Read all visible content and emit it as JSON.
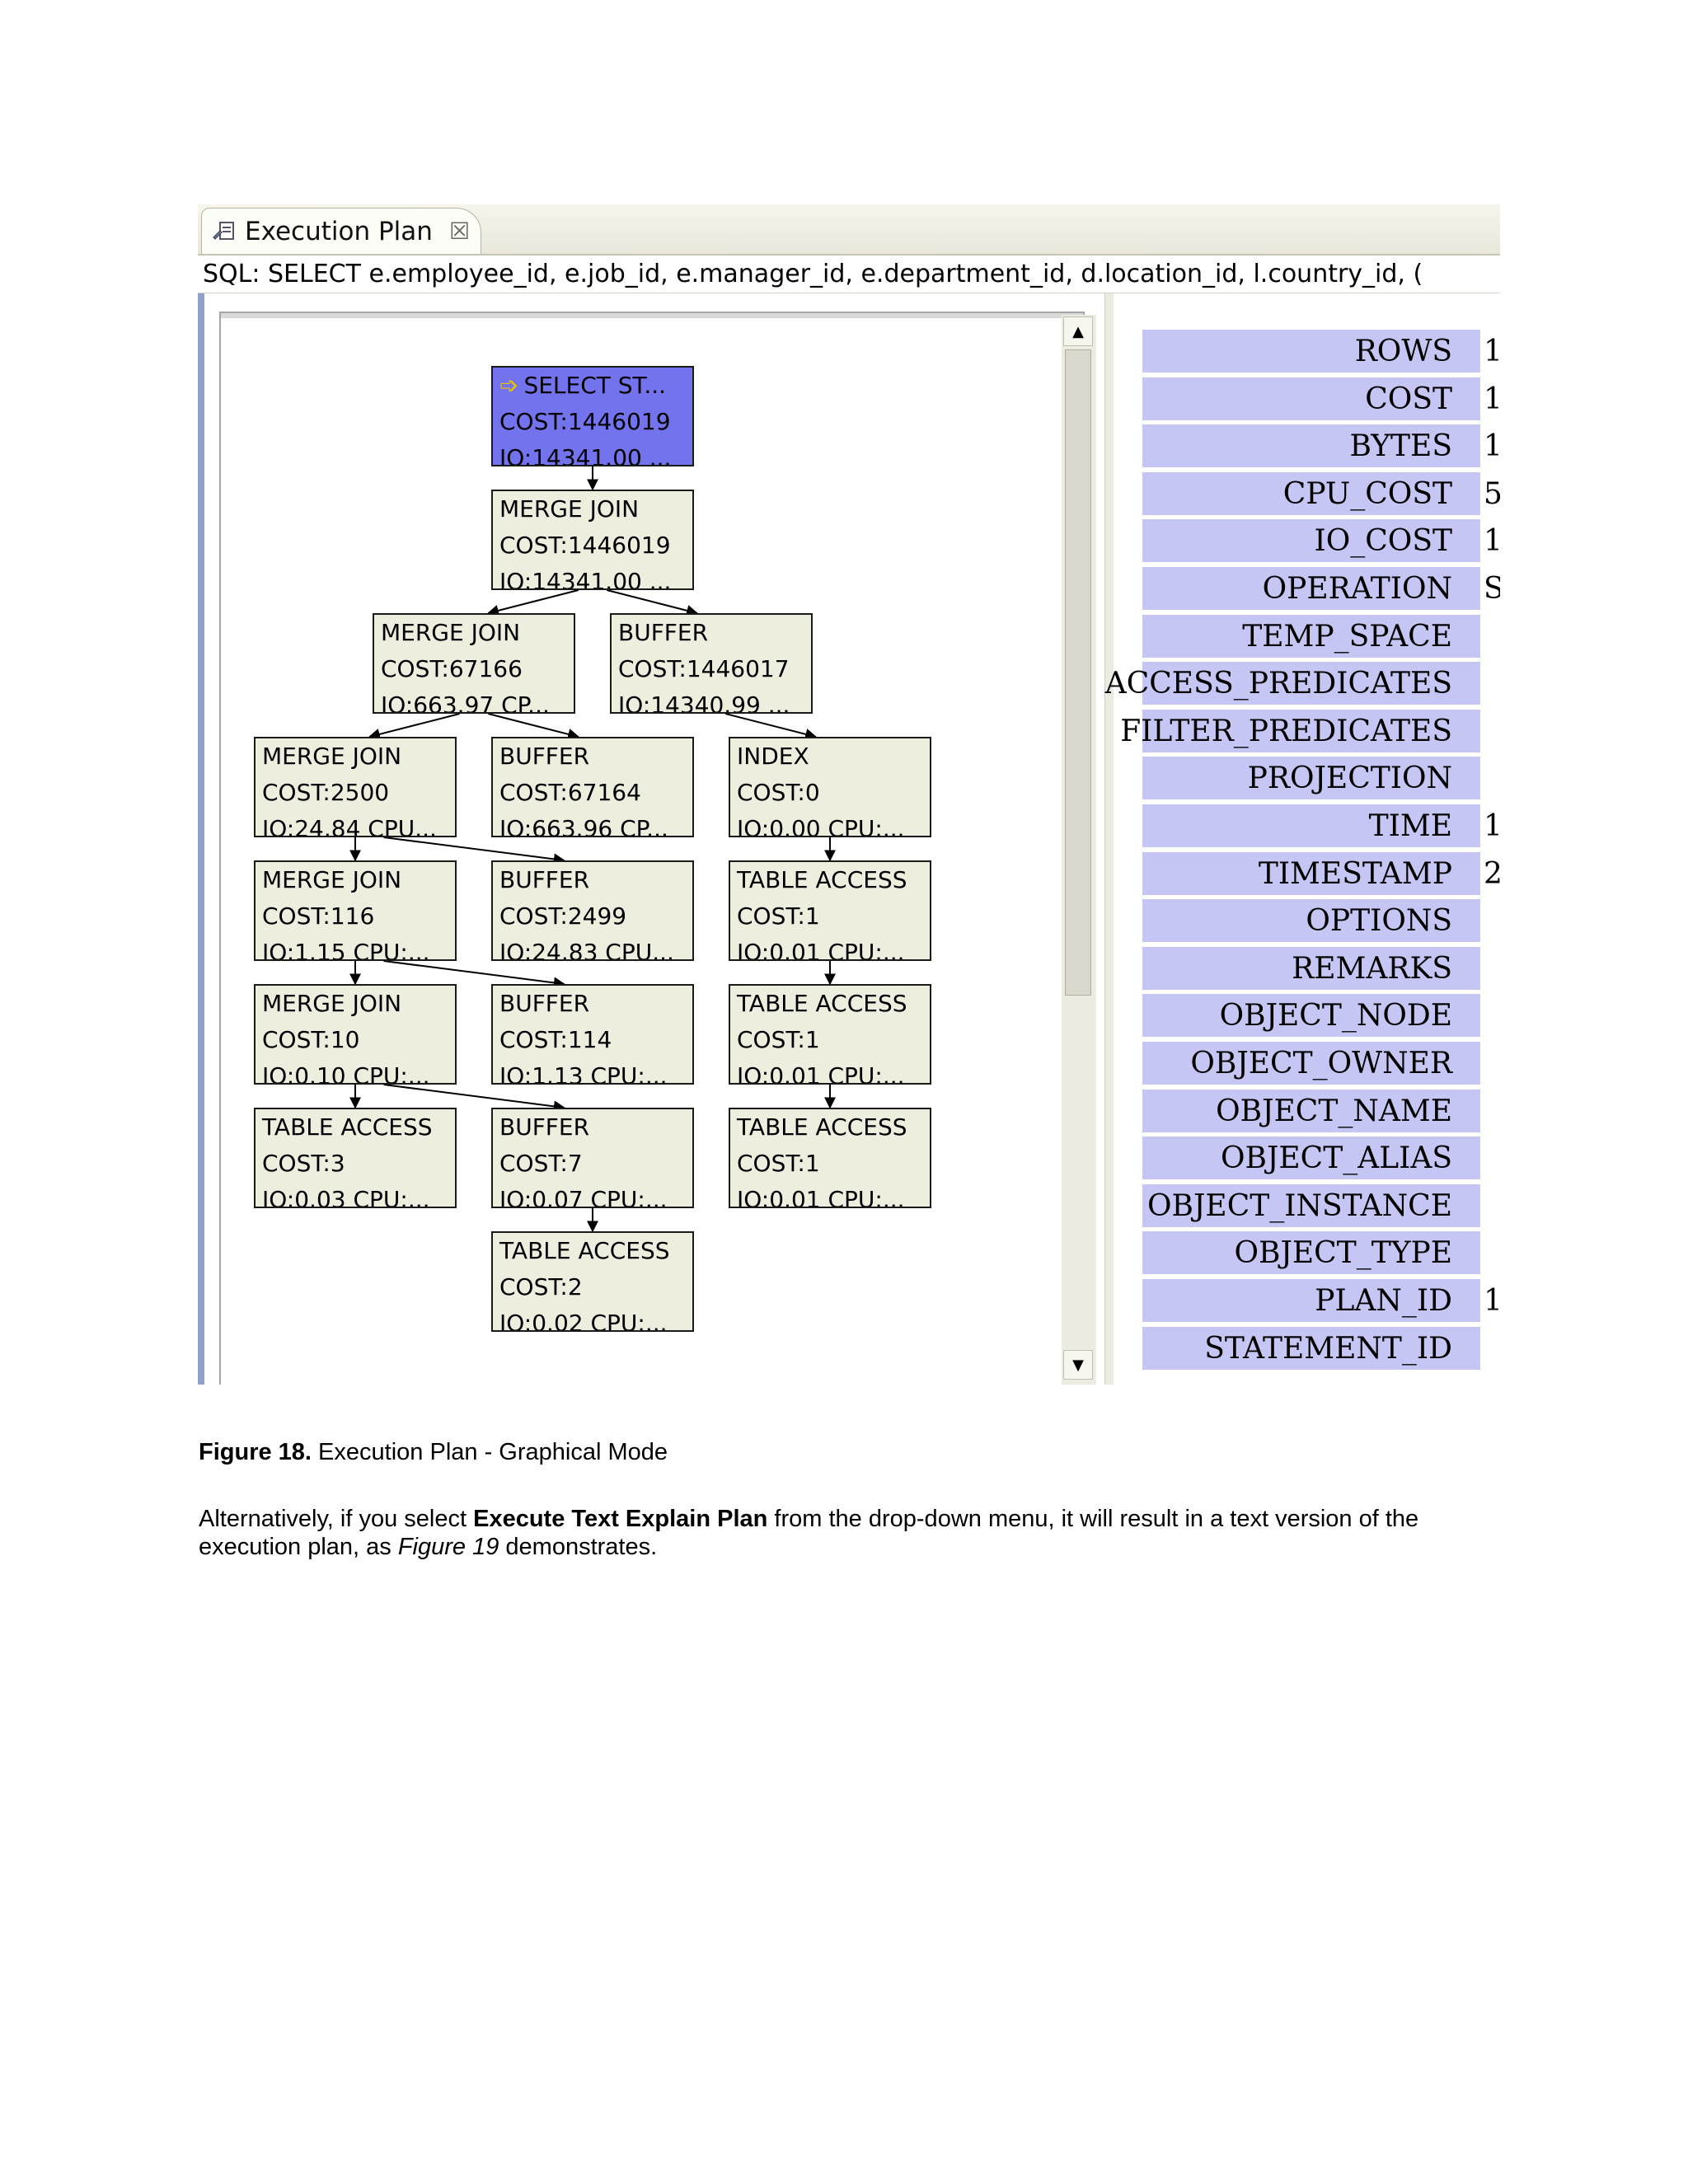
{
  "tab": {
    "title": "Execution Plan",
    "close_glyph": "☒"
  },
  "sql_bar": "SQL: SELECT   e.employee_id,   e.job_id,   e.manager_id,   e.department_id,   d.location_id,   l.country_id,   (",
  "plan_nodes": [
    {
      "id": "n0",
      "lines": [
        "SELECT ST...",
        "COST:1446019",
        "IO:14341.00 ..."
      ],
      "selected": true
    },
    {
      "id": "n1",
      "lines": [
        "MERGE JOIN",
        "COST:1446019",
        "IO:14341.00 ..."
      ]
    },
    {
      "id": "n2",
      "lines": [
        "MERGE JOIN",
        "COST:67166",
        "IO:663.97 CP..."
      ]
    },
    {
      "id": "n3",
      "lines": [
        "BUFFER",
        "COST:1446017",
        "IO:14340.99 ..."
      ]
    },
    {
      "id": "n4",
      "lines": [
        "MERGE JOIN",
        "COST:2500",
        "IO:24.84 CPU..."
      ]
    },
    {
      "id": "n5",
      "lines": [
        "BUFFER",
        "COST:67164",
        "IO:663.96 CP..."
      ]
    },
    {
      "id": "n6",
      "lines": [
        "INDEX",
        "COST:0",
        "IO:0.00 CPU:..."
      ]
    },
    {
      "id": "n7",
      "lines": [
        "MERGE JOIN",
        "COST:116",
        "IO:1.15 CPU:..."
      ]
    },
    {
      "id": "n8",
      "lines": [
        "BUFFER",
        "COST:2499",
        "IO:24.83 CPU..."
      ]
    },
    {
      "id": "n9",
      "lines": [
        "TABLE ACCESS",
        "COST:1",
        "IO:0.01 CPU:..."
      ]
    },
    {
      "id": "n10",
      "lines": [
        "MERGE JOIN",
        "COST:10",
        "IO:0.10 CPU:..."
      ]
    },
    {
      "id": "n11",
      "lines": [
        "BUFFER",
        "COST:114",
        "IO:1.13 CPU:..."
      ]
    },
    {
      "id": "n12",
      "lines": [
        "TABLE ACCESS",
        "COST:1",
        "IO:0.01 CPU:..."
      ]
    },
    {
      "id": "n13",
      "lines": [
        "TABLE ACCESS",
        "COST:3",
        "IO:0.03 CPU:..."
      ]
    },
    {
      "id": "n14",
      "lines": [
        "BUFFER",
        "COST:7",
        "IO:0.07 CPU:..."
      ]
    },
    {
      "id": "n15",
      "lines": [
        "TABLE ACCESS",
        "COST:1",
        "IO:0.01 CPU:..."
      ]
    },
    {
      "id": "n16",
      "lines": [
        "TABLE ACCESS",
        "COST:2",
        "IO:0.02 CPU:..."
      ]
    }
  ],
  "plan_edges": [
    [
      "n0",
      "n1"
    ],
    [
      "n1",
      "n2"
    ],
    [
      "n1",
      "n3"
    ],
    [
      "n2",
      "n4"
    ],
    [
      "n2",
      "n5"
    ],
    [
      "n3",
      "n6"
    ],
    [
      "n4",
      "n7"
    ],
    [
      "n4",
      "n8"
    ],
    [
      "n6",
      "n9"
    ],
    [
      "n7",
      "n10"
    ],
    [
      "n7",
      "n11"
    ],
    [
      "n9",
      "n12"
    ],
    [
      "n10",
      "n13"
    ],
    [
      "n10",
      "n14"
    ],
    [
      "n12",
      "n15"
    ],
    [
      "n14",
      "n16"
    ]
  ],
  "properties": [
    {
      "name": "ROWS",
      "value": "1"
    },
    {
      "name": "COST",
      "value": "1"
    },
    {
      "name": "BYTES",
      "value": "1"
    },
    {
      "name": "CPU_COST",
      "value": "5"
    },
    {
      "name": "IO_COST",
      "value": "1"
    },
    {
      "name": "OPERATION",
      "value": "S"
    },
    {
      "name": "TEMP_SPACE",
      "value": ""
    },
    {
      "name": "ACCESS_PREDICATES",
      "value": ""
    },
    {
      "name": "FILTER_PREDICATES",
      "value": ""
    },
    {
      "name": "PROJECTION",
      "value": ""
    },
    {
      "name": "TIME",
      "value": "1"
    },
    {
      "name": "TIMESTAMP",
      "value": "2"
    },
    {
      "name": "OPTIONS",
      "value": ""
    },
    {
      "name": "REMARKS",
      "value": ""
    },
    {
      "name": "OBJECT_NODE",
      "value": ""
    },
    {
      "name": "OBJECT_OWNER",
      "value": ""
    },
    {
      "name": "OBJECT_NAME",
      "value": ""
    },
    {
      "name": "OBJECT_ALIAS",
      "value": ""
    },
    {
      "name": "OBJECT_INSTANCE",
      "value": ""
    },
    {
      "name": "OBJECT_TYPE",
      "value": ""
    },
    {
      "name": "PLAN_ID",
      "value": "1"
    },
    {
      "name": "STATEMENT_ID",
      "value": ""
    }
  ],
  "caption": {
    "label": "Figure 18.",
    "text": " Execution Plan - Graphical Mode"
  },
  "paragraph": {
    "before": "Alternatively, if you select ",
    "bold": "Execute Text Explain Plan",
    "middle": " from the drop-down menu, it will result in a text version of the execution plan, as ",
    "italic": "Figure 19",
    "after": " demonstrates."
  }
}
